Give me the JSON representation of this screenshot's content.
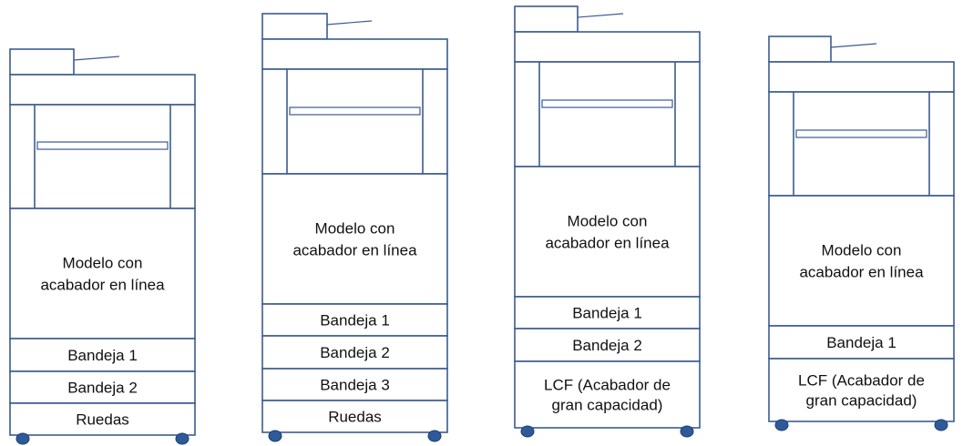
{
  "colors": {
    "outline": "#3b5b8f",
    "wheel": "#2f5a9a",
    "text": "#111111",
    "background": "#ffffff"
  },
  "machines": [
    {
      "id": "machine-1",
      "body_label": [
        "Modelo con",
        "acabador en línea"
      ],
      "sections": [
        [
          "Bandeja 1"
        ],
        [
          "Bandeja 2"
        ],
        [
          "Ruedas"
        ]
      ],
      "wheels": 2
    },
    {
      "id": "machine-2",
      "body_label": [
        "Modelo con",
        "acabador en línea"
      ],
      "sections": [
        [
          "Bandeja 1"
        ],
        [
          "Bandeja 2"
        ],
        [
          "Bandeja 3"
        ],
        [
          "Ruedas"
        ]
      ],
      "wheels": 2
    },
    {
      "id": "machine-3",
      "body_label": [
        "Modelo con",
        "acabador en línea"
      ],
      "sections": [
        [
          "Bandeja 1"
        ],
        [
          "Bandeja 2"
        ],
        [
          "LCF (Acabador de",
          "gran capacidad)"
        ]
      ],
      "wheels": 2
    },
    {
      "id": "machine-4",
      "body_label": [
        "Modelo con",
        "acabador en línea"
      ],
      "sections": [
        [
          "Bandeja 1"
        ],
        [
          "LCF (Acabador de",
          "gran capacidad)"
        ]
      ],
      "wheels": 2
    }
  ]
}
